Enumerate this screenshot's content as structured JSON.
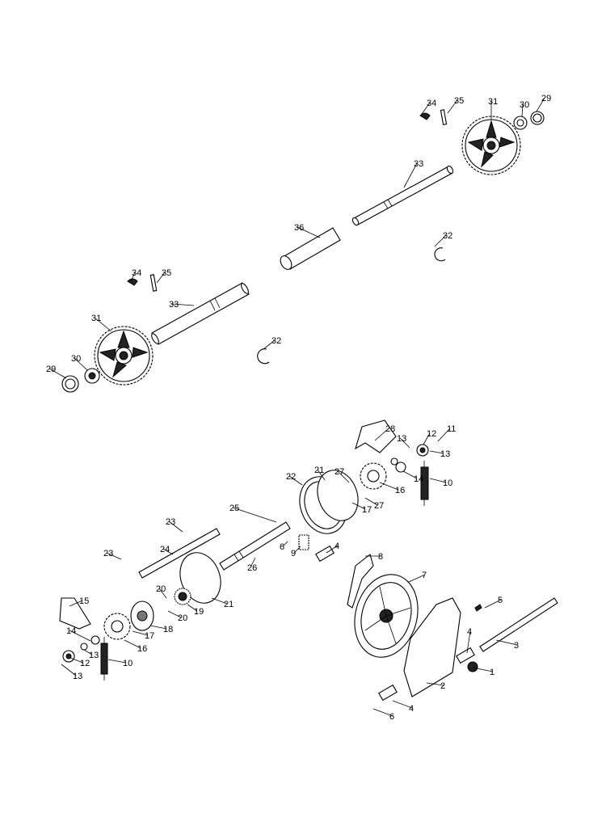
{
  "diagram": {
    "callouts": [
      "1",
      "2",
      "3",
      "4",
      "4",
      "4",
      "5",
      "6",
      "6",
      "7",
      "8",
      "9",
      "10",
      "10",
      "11",
      "12",
      "12",
      "13",
      "13",
      "13",
      "13",
      "14",
      "14",
      "15",
      "16",
      "16",
      "17",
      "17",
      "18",
      "19",
      "20",
      "20",
      "21",
      "21",
      "22",
      "23",
      "23",
      "24",
      "25",
      "26",
      "27",
      "27",
      "28",
      "29",
      "29",
      "30",
      "30",
      "31",
      "31",
      "32",
      "32",
      "33",
      "33",
      "34",
      "34",
      "35",
      "35",
      "36"
    ]
  }
}
